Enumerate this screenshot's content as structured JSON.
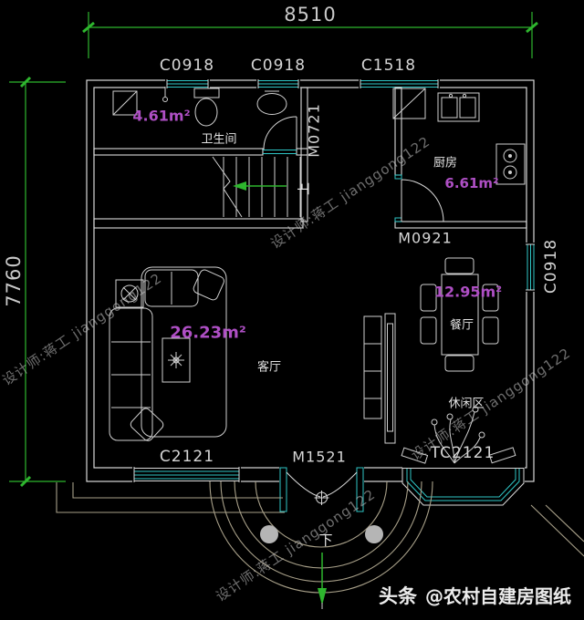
{
  "dimensions": {
    "width_top": "8510",
    "height_left": "7760"
  },
  "window_labels": {
    "top_left": "C0918",
    "top_middle": "C0918",
    "top_right": "C1518",
    "right_wall": "C0918",
    "bottom_left": "C2121",
    "bottom_bay": "TC2121"
  },
  "door_labels": {
    "bathroom": "M0721",
    "kitchen": "M0921",
    "entrance": "M1521"
  },
  "rooms": {
    "bathroom": {
      "name": "卫生间",
      "area": "4.61m²"
    },
    "kitchen": {
      "name": "厨房",
      "area": "6.61m²"
    },
    "dining": {
      "name": "餐厅",
      "area": "12.95m²"
    },
    "living": {
      "name": "客厅",
      "area": "26.23m²"
    },
    "leisure": {
      "name": "休闲区"
    }
  },
  "stairs": {
    "up_label": "上",
    "down_label": "下"
  },
  "watermark": {
    "text": "设计师:蒋工 jianggong122"
  },
  "branding": {
    "logo": "头条",
    "account": "@农村自建房图纸"
  },
  "colors": {
    "background": "#000000",
    "walls": "#d9d9d9",
    "windows": "#2fc6c6",
    "dimensions": "#2eb62e",
    "area_text": "#ae4fc4",
    "porch_steps": "#a8a089",
    "watermark_text": "#bebebe"
  }
}
